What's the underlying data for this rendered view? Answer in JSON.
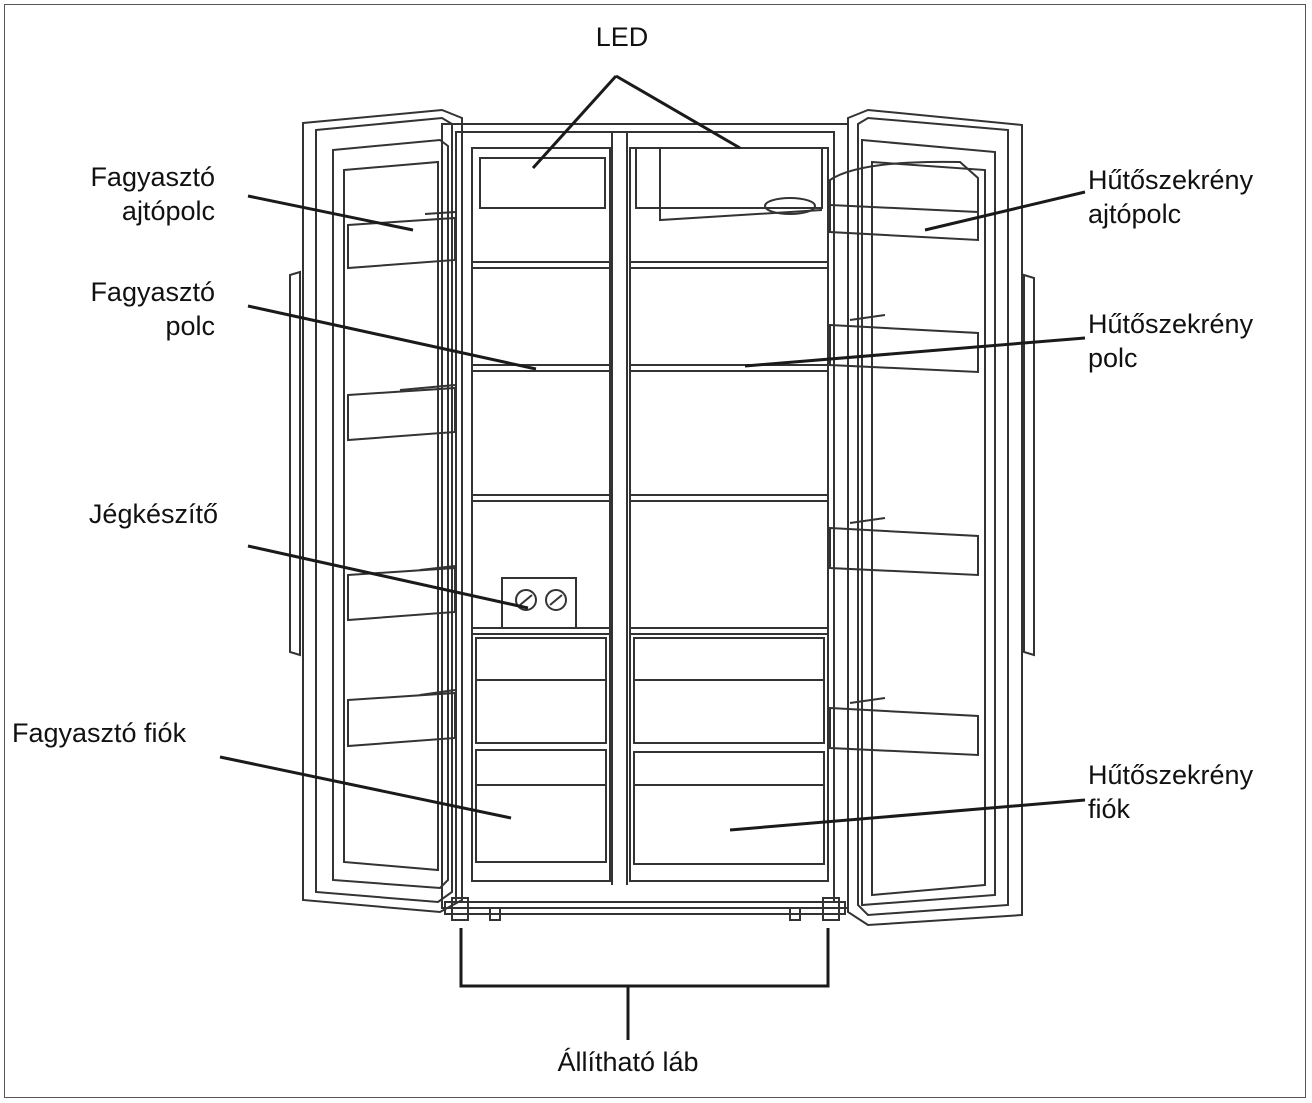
{
  "labels": {
    "led": "LED",
    "freezer_door_shelf": [
      "Fagyasztó",
      "ajtópolc"
    ],
    "freezer_shelf": [
      "Fagyasztó",
      "polc"
    ],
    "ice_maker": "Jégkészítő",
    "freezer_drawer": "Fagyasztó fiók",
    "fridge_door_shelf": [
      "Hűtőszekrény",
      "ajtópolc"
    ],
    "fridge_shelf": [
      "Hűtőszekrény",
      "polc"
    ],
    "fridge_drawer": [
      "Hűtőszekrény",
      "fiók"
    ],
    "adjustable_foot": "Állítható láb"
  },
  "colors": {
    "line": "#1a1a1a",
    "outline": "#333333",
    "background": "#ffffff"
  }
}
